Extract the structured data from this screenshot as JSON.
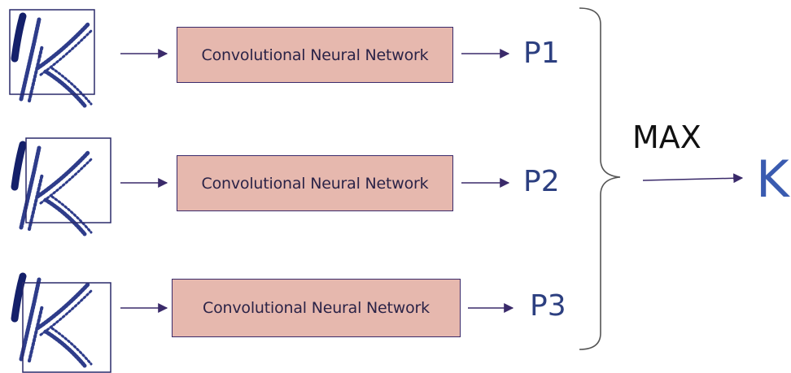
{
  "rows": [
    {
      "network_label": "Convolutional Neural Network",
      "output_label": "P1"
    },
    {
      "network_label": "Convolutional Neural Network",
      "output_label": "P2"
    },
    {
      "network_label": "Convolutional Neural Network",
      "output_label": "P3"
    }
  ],
  "aggregation_label": "MAX",
  "result_label": "K",
  "colors": {
    "cnn_fill": "#e6b8ae",
    "cnn_border": "#3a2a6a",
    "arrow": "#3a2a6a",
    "output_text": "#2c3f80",
    "result_text": "#3a5bb0",
    "glyph_stroke": "#2e3c8a",
    "glyph_dark": "#14206a"
  }
}
